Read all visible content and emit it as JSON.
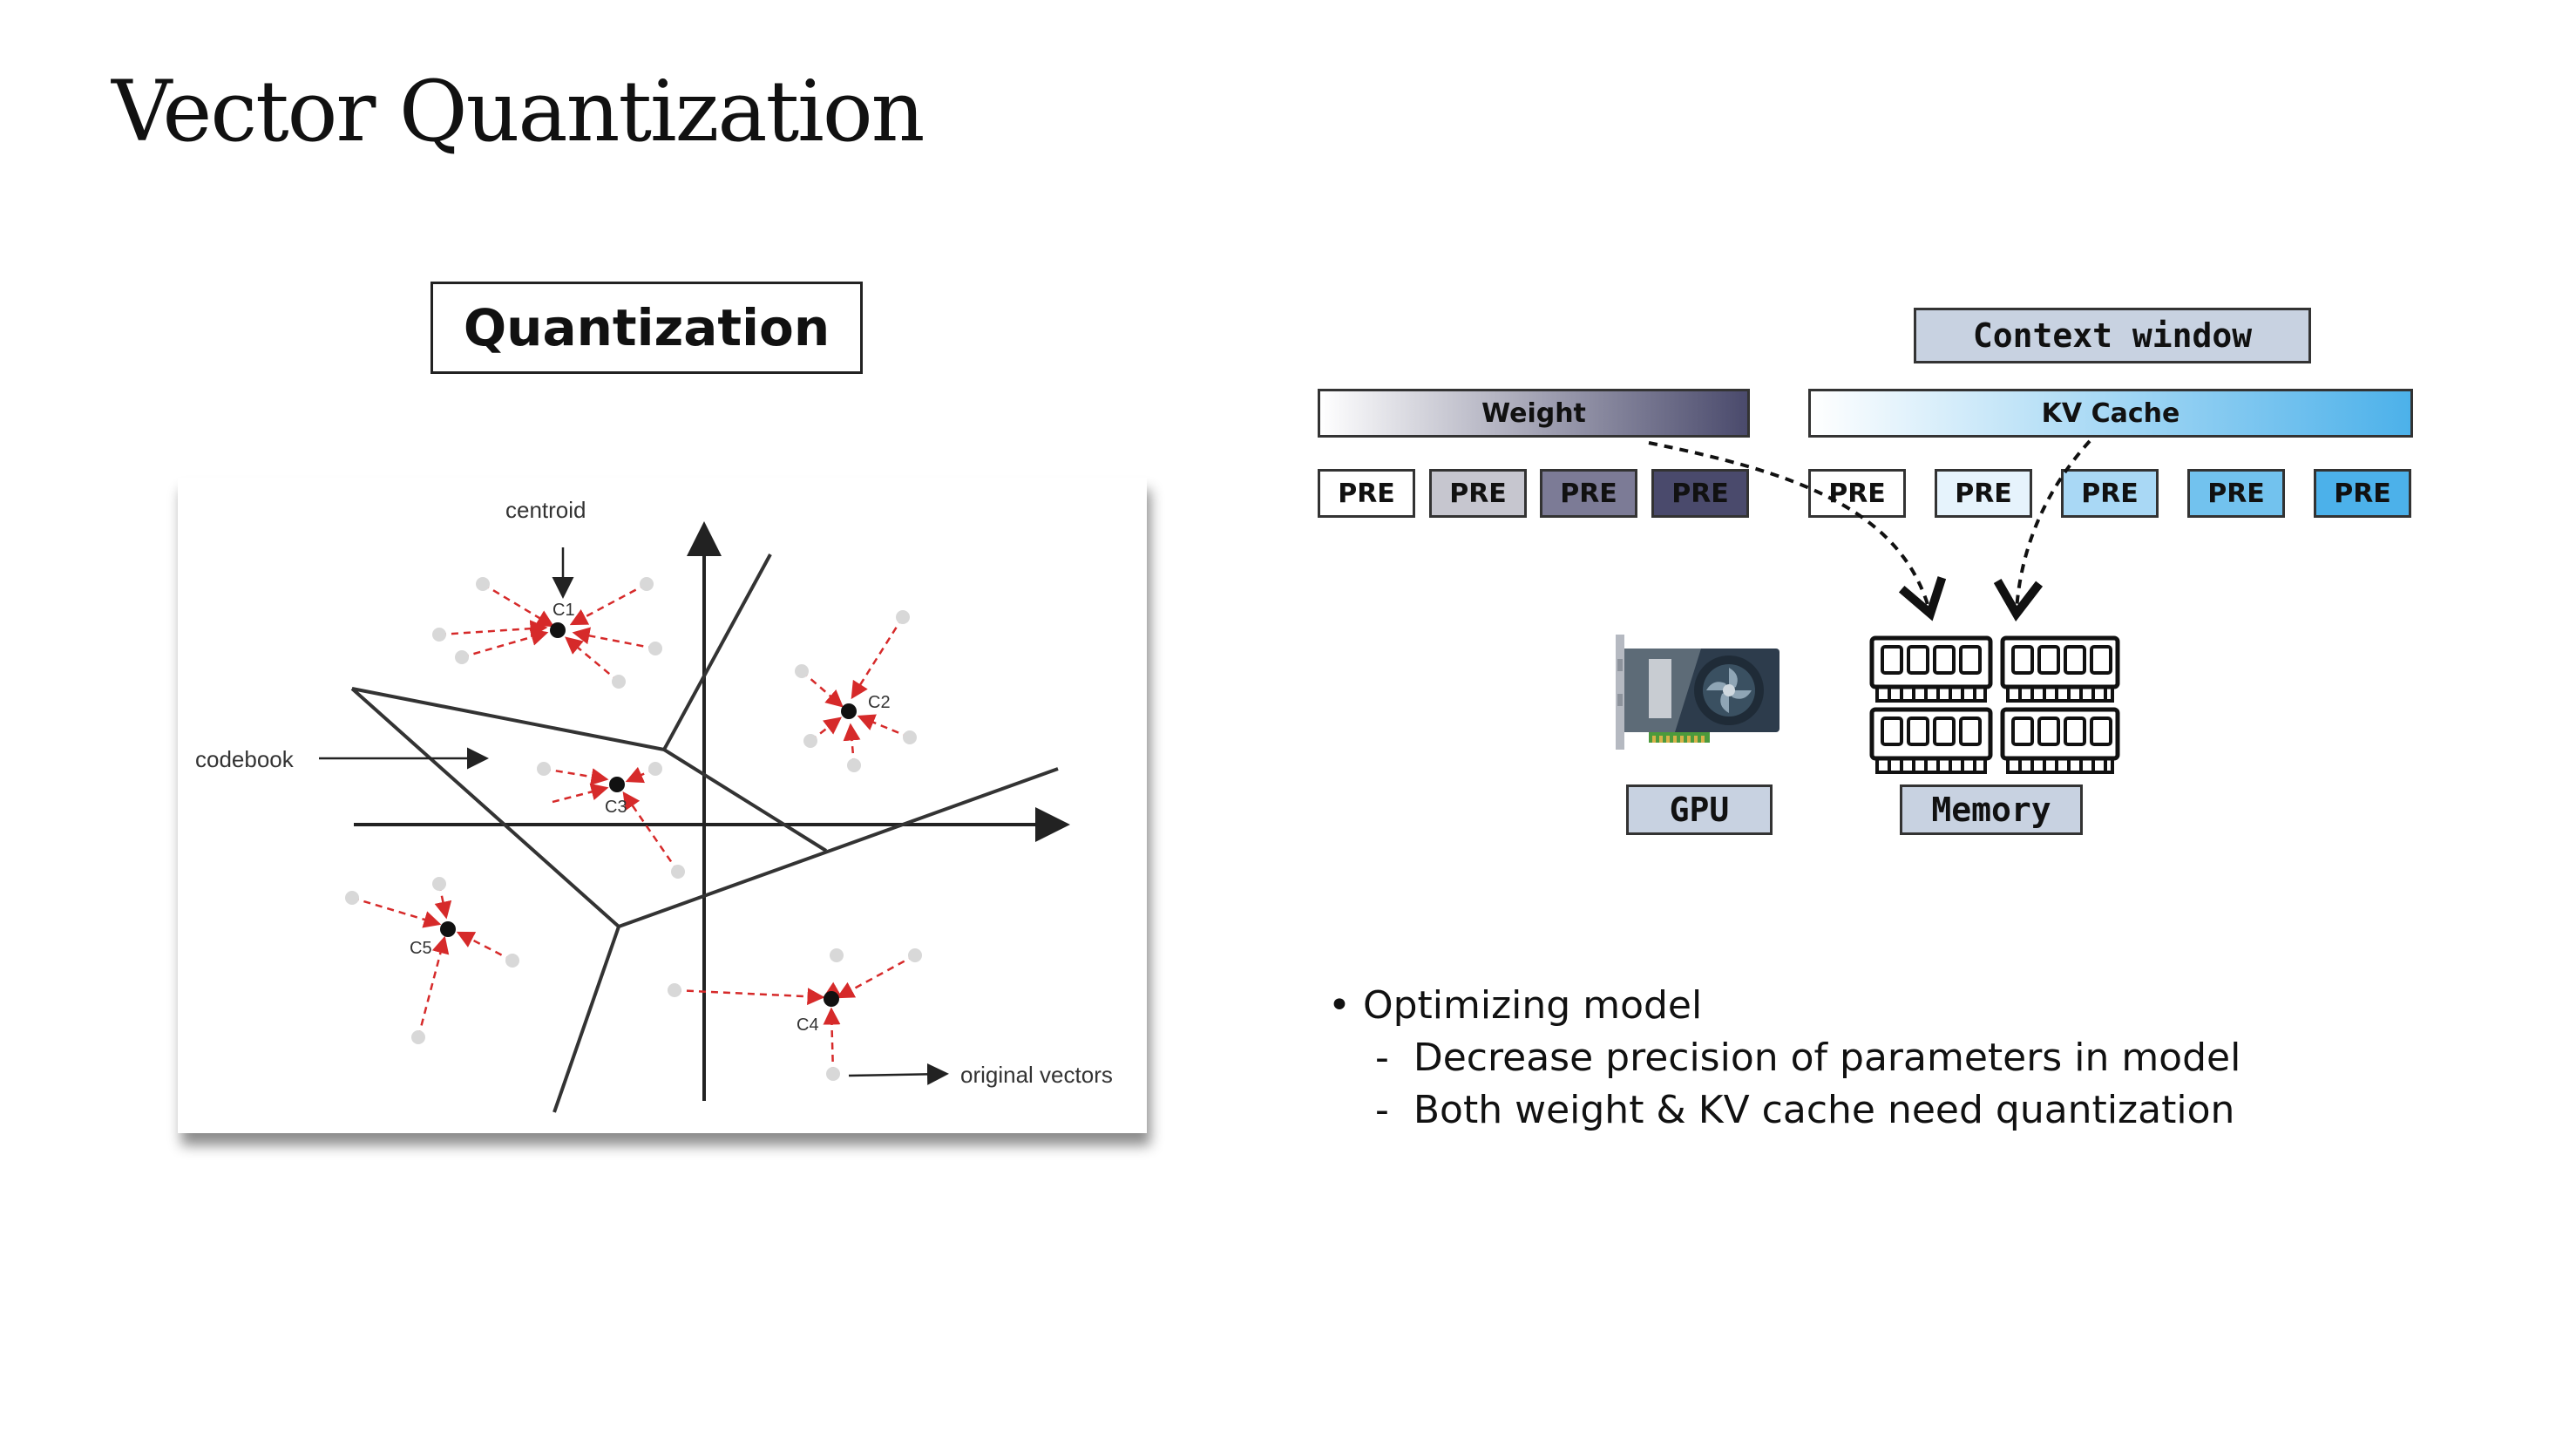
{
  "title": "Vector Quantization",
  "quantization_label": "Quantization",
  "figure": {
    "centroid_label": "centroid",
    "codebook_label": "codebook",
    "original_vectors_label": "original vectors",
    "clusters": [
      "C1",
      "C2",
      "C3",
      "C4",
      "C5"
    ]
  },
  "context_window_label": "Context window",
  "weight_label": "Weight",
  "kv_cache_label": "KV Cache",
  "pre_label": "PRE",
  "weight_pre_colors": [
    "#ffffff",
    "#c6c6cf",
    "#7c7b96",
    "#4a4a6c"
  ],
  "kv_pre_colors": [
    "#ffffff",
    "#e6f3fc",
    "#a9d8f5",
    "#72c2ee",
    "#4cb1ea"
  ],
  "gpu_label": "GPU",
  "memory_label": "Memory",
  "bullets": {
    "main": "Optimizing model",
    "sub": [
      "Decrease precision of parameters in model",
      "Both weight & KV cache need quantization"
    ]
  }
}
